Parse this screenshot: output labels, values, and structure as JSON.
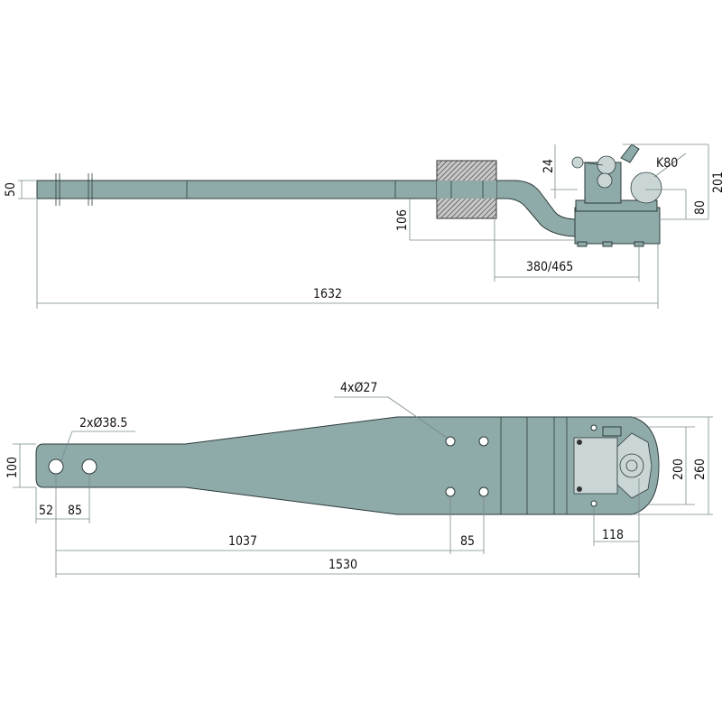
{
  "colors": {
    "part": "#8eaaa9",
    "outline": "#2e3b3b",
    "dimension": "#7a8a8a"
  },
  "side_view": {
    "dims": {
      "height_bar": "50",
      "drop": "106",
      "top_offset": "24",
      "coupling": "K80",
      "ball_height": "80",
      "total_height": "201",
      "adjust": "380/465",
      "total_length": "1632"
    }
  },
  "top_view": {
    "dims": {
      "holes_front": "2xØ38.5",
      "width_front": "100",
      "first_hole": "52",
      "hole_spacing": "85",
      "bolt_holes": "4xØ27",
      "to_bolts": "1037",
      "bolt_spacing": "85",
      "length": "1530",
      "plate_hole_spacing": "200",
      "plate_width": "260",
      "plate_offset": "118"
    }
  }
}
